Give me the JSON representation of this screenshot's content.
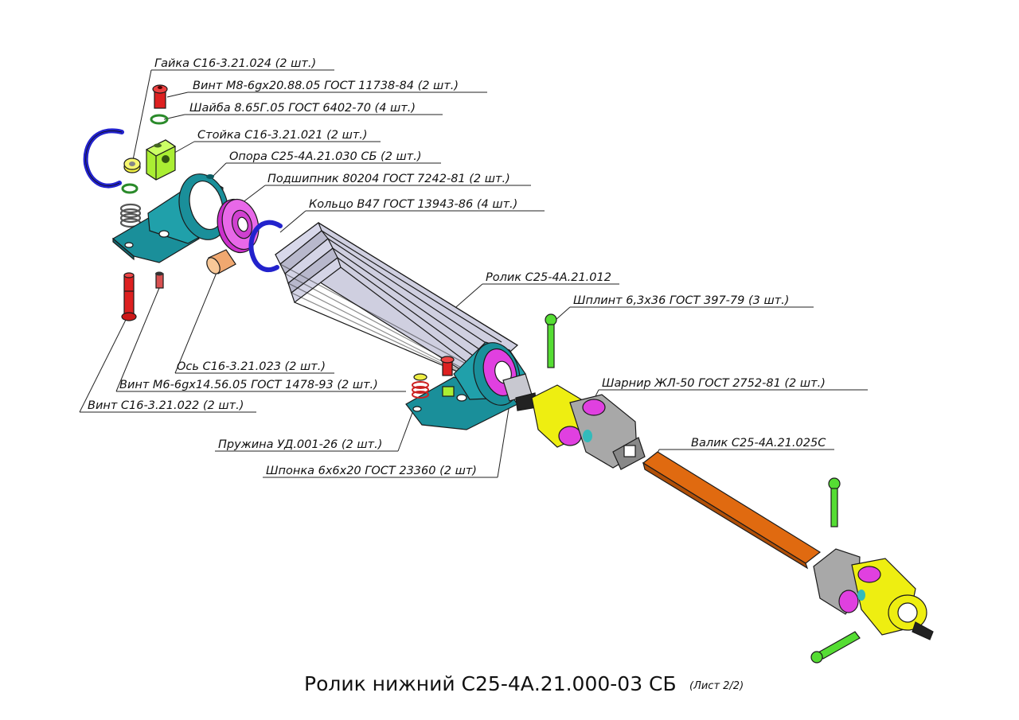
{
  "title": {
    "main": "Ролик нижний С25-4А.21.000-03 СБ",
    "sheet": "(Лист 2/2)"
  },
  "callouts": {
    "nut": "Гайка С16-3.21.024 (2 шт.)",
    "screw_m8": "Винт М8-6gх20.88.05 ГОСТ 11738-84 (2 шт.)",
    "washer": "Шайба 8.65Г.05 ГОСТ 6402-70 (4 шт.)",
    "stand": "Стойка С16-3.21.021 (2 шт.)",
    "support": "Опора С25-4А.21.030 СБ (2 шт.)",
    "bearing": "Подшипник 80204 ГОСТ 7242-81 (2 шт.)",
    "ring": "Кольцо В47 ГОСТ 13943-86 (4 шт.)",
    "roller": "Ролик С25-4А.21.012",
    "cotter": "Шплинт 6,3х36 ГОСТ 397-79 (3 шт.)",
    "axle": "Ось С16-3.21.023 (2 шт.)",
    "screw_m6": "Винт М6-6gх14.56.05 ГОСТ 1478-93 (2 шт.)",
    "screw_c16": "Винт С16-3.21.022 (2 шт.)",
    "joint": "Шарнир ЖЛ-50 ГОСТ 2752-81 (2 шт.)",
    "shaft": "Валик С25-4А.21.025С",
    "spring": "Пружина УД.001-26 (2 шт.)",
    "key": "Шпонка 6х6х20 ГОСТ 23360 (2 шт)"
  },
  "colors": {
    "support": "#1a8f9a",
    "bearing": "#e040e0",
    "ring": "#2222cc",
    "roller": "#c8c8d8",
    "screw": "#dd2020",
    "stand": "#aaee33",
    "nut": "#eeee44",
    "joint_yoke": "#eeee11",
    "joint_body": "#a8a8a8",
    "shaft": "#e06a10",
    "cotter": "#55dd33",
    "axle": "#f0a870",
    "spring": "#666666"
  }
}
